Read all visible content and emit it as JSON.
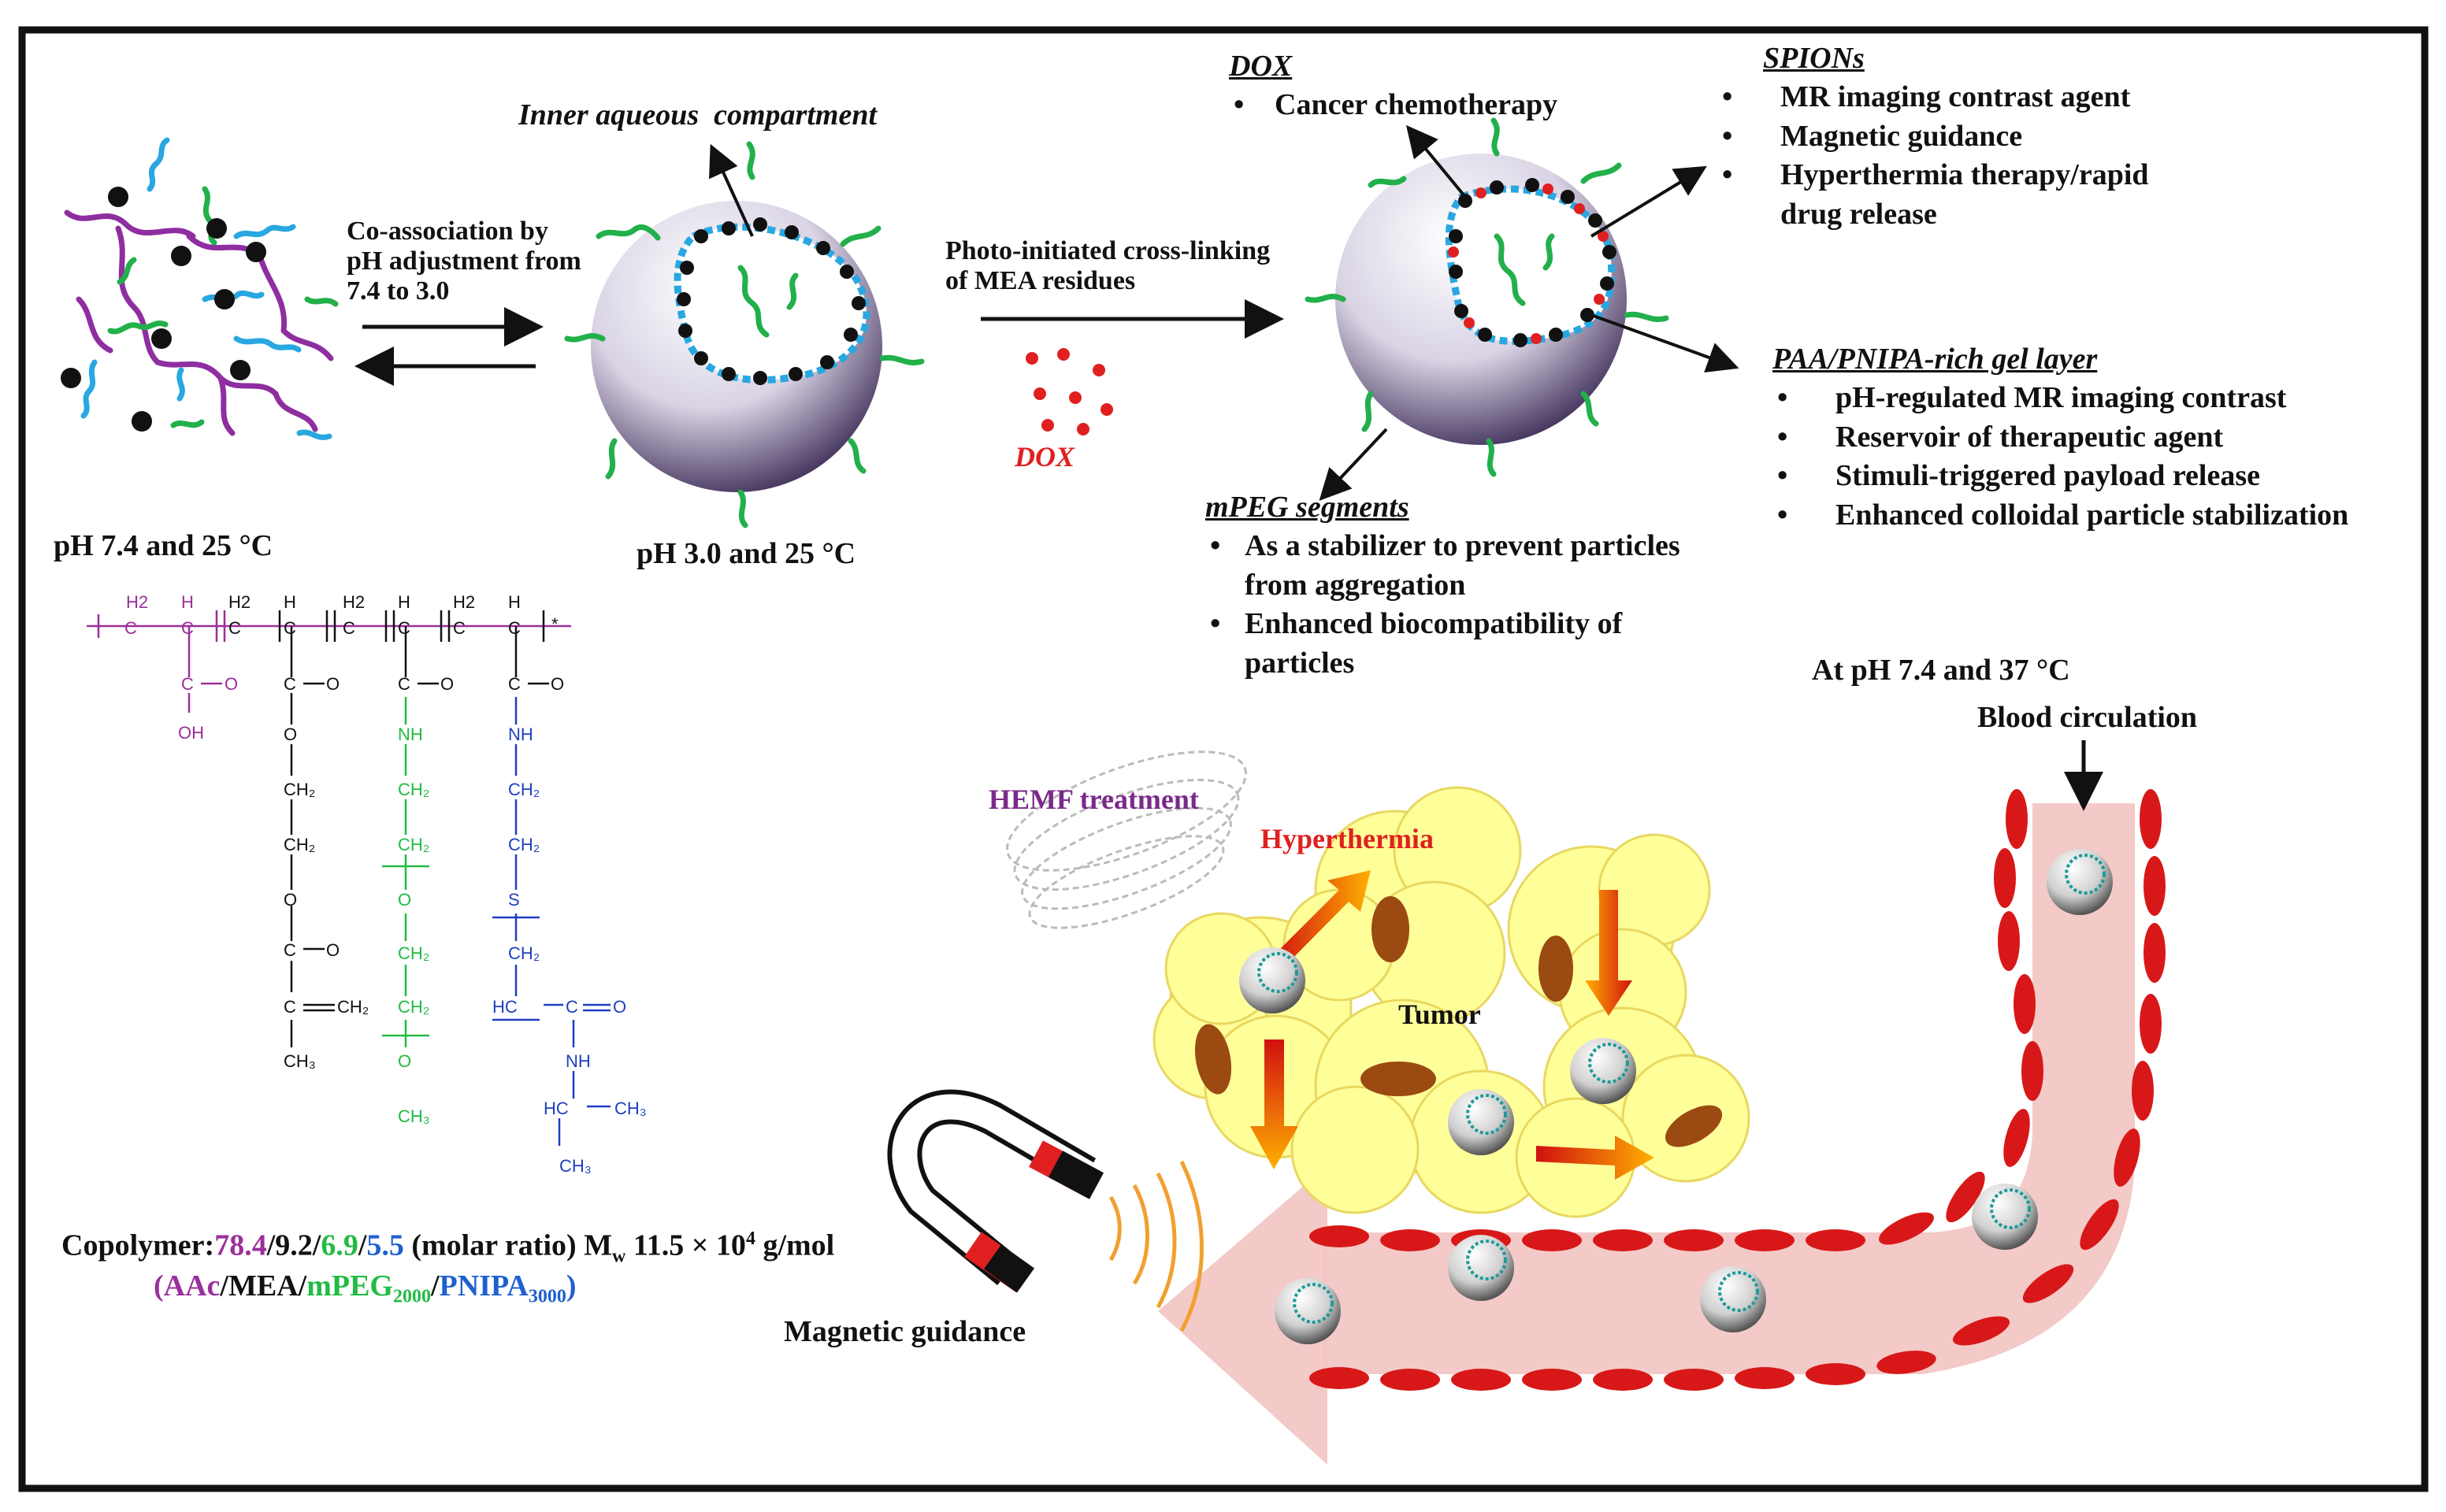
{
  "stage1": {
    "condition": "pH 7.4 and 25 °C"
  },
  "arrow1": {
    "text": "Co-association by\npH adjustment from\n7.4 to 3.0"
  },
  "stage2": {
    "condition": "pH 3.0 and 25 °C",
    "inner_label": "Inner aqueous  compartment"
  },
  "arrow2": {
    "text": "Photo-initiated cross-linking\nof MEA residues",
    "dox_label": "DOX"
  },
  "dox": {
    "title": "DOX",
    "items": [
      "Cancer chemotherapy"
    ]
  },
  "spions": {
    "title": "SPIONs",
    "items": [
      "MR imaging contrast agent",
      "Magnetic guidance",
      "Hyperthermia therapy/rapid",
      "drug release"
    ]
  },
  "gel": {
    "title": "PAA/PNIPA-rich gel layer",
    "items": [
      "pH-regulated MR imaging contrast",
      "Reservoir of therapeutic agent",
      "Stimuli-triggered  payload release",
      "Enhanced colloidal particle stabilization"
    ]
  },
  "mpeg": {
    "title": "mPEG segments",
    "items": [
      "As a stabilizer to prevent  particles",
      "from aggregation",
      "Enhanced biocompatibility of",
      "particles"
    ]
  },
  "bottom": {
    "condition": "At pH 7.4 and 37 °C",
    "blood": "Blood circulation",
    "hemf": "HEMF treatment",
    "hyperthermia": "Hyperthermia",
    "tumor": "Tumor",
    "magnetic": "Magnetic guidance"
  },
  "copolymer": {
    "prefix": "Copolymer:",
    "r1": "78.4",
    "sep1": "/",
    "r2": "9.2",
    "sep2": "/",
    "r3": "6.9",
    "sep3": "/",
    "r4": "5.5",
    "ratio_text": " (molar ratio) M",
    "mw_sub": "w",
    "mw_val": " 11.5 × 10",
    "mw_sup": "4",
    "mw_unit": " g/mol",
    "line2_open": "(",
    "aac": "AAc",
    "slash1": "/",
    "mea": "MEA",
    "slash2": "/",
    "mpeg": "mPEG",
    "mpeg_sub": "2000",
    "slash3": "/",
    "pnipa": "PNIPA",
    "pnipa_sub": "3000",
    "line2_close": ")"
  },
  "colors": {
    "aac": "#9b2f9b",
    "mea": "#111111",
    "mpeg": "#22bb44",
    "pnipa": "#1f5fd0",
    "dox": "#e02020",
    "hemf": "#7a2a8a",
    "vessel": "#f2c4c2",
    "rbc": "#d81818",
    "tumor": "#ffff99",
    "nucleus": "#9b4a12"
  },
  "structure": {
    "backbone_h": "H",
    "backbone_h2": "H₂",
    "h2": "H2",
    "aac": [
      "C=O",
      "OH"
    ],
    "mea": [
      "C=O",
      "O",
      "CH₂",
      "CH₂",
      "O",
      "C=O",
      "C=CH₂",
      "CH₃"
    ],
    "mpeg": [
      "C=O",
      "NH",
      "CH₂",
      "CH₂",
      "O",
      "CH₂",
      "CH₂",
      "O",
      "CH₃"
    ],
    "pnipa": [
      "C=O",
      "NH",
      "CH₂",
      "CH₂",
      "S",
      "CH₂",
      "HC",
      "C",
      "O",
      "NH",
      "HC",
      "CH₃",
      "CH₃"
    ]
  }
}
